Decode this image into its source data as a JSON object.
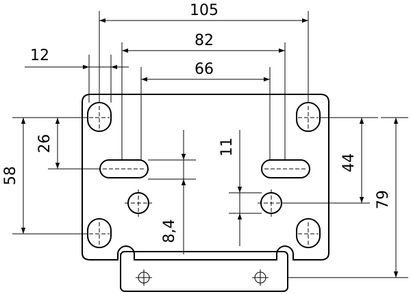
{
  "dimensions": {
    "d105": "105",
    "d82": "82",
    "d66": "66",
    "d12": "12",
    "d26": "26",
    "d58": "58",
    "d11": "11",
    "d44": "44",
    "d79": "79",
    "d8_4": "8,4"
  }
}
